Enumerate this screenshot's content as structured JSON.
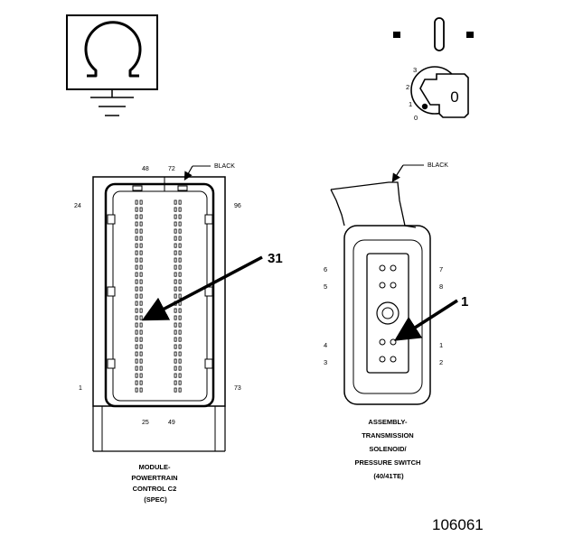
{
  "diagram": {
    "figure_number": "106061",
    "ignition_key": {
      "positions": [
        "3",
        "2",
        "1",
        "0"
      ],
      "key_glyph": "0"
    },
    "pcm_connector": {
      "color_label": "BLACK",
      "pin_labels": {
        "top_left": "48",
        "top_right": "72",
        "upper_left": "24",
        "upper_right": "96",
        "lower_left": "1",
        "lower_right": "73",
        "bottom_left": "25",
        "bottom_right": "49"
      },
      "callout": "31",
      "caption": [
        "MODULE-",
        "POWERTRAIN",
        "CONTROL C2",
        "(SPEC)"
      ]
    },
    "solenoid_connector": {
      "color_label": "BLACK",
      "pin_labels": {
        "l1": "6",
        "l2": "5",
        "l3": "4",
        "l4": "3",
        "r1": "7",
        "r2": "8",
        "r3": "1",
        "r4": "2"
      },
      "callout": "1",
      "caption": [
        "ASSEMBLY-",
        "TRANSMISSION",
        "SOLENOID/",
        "PRESSURE SWITCH",
        "(40/41TE)"
      ]
    },
    "icons": [
      "ohmmeter-symbol-icon",
      "ground-symbol-icon",
      "ignition-key-icon"
    ]
  }
}
